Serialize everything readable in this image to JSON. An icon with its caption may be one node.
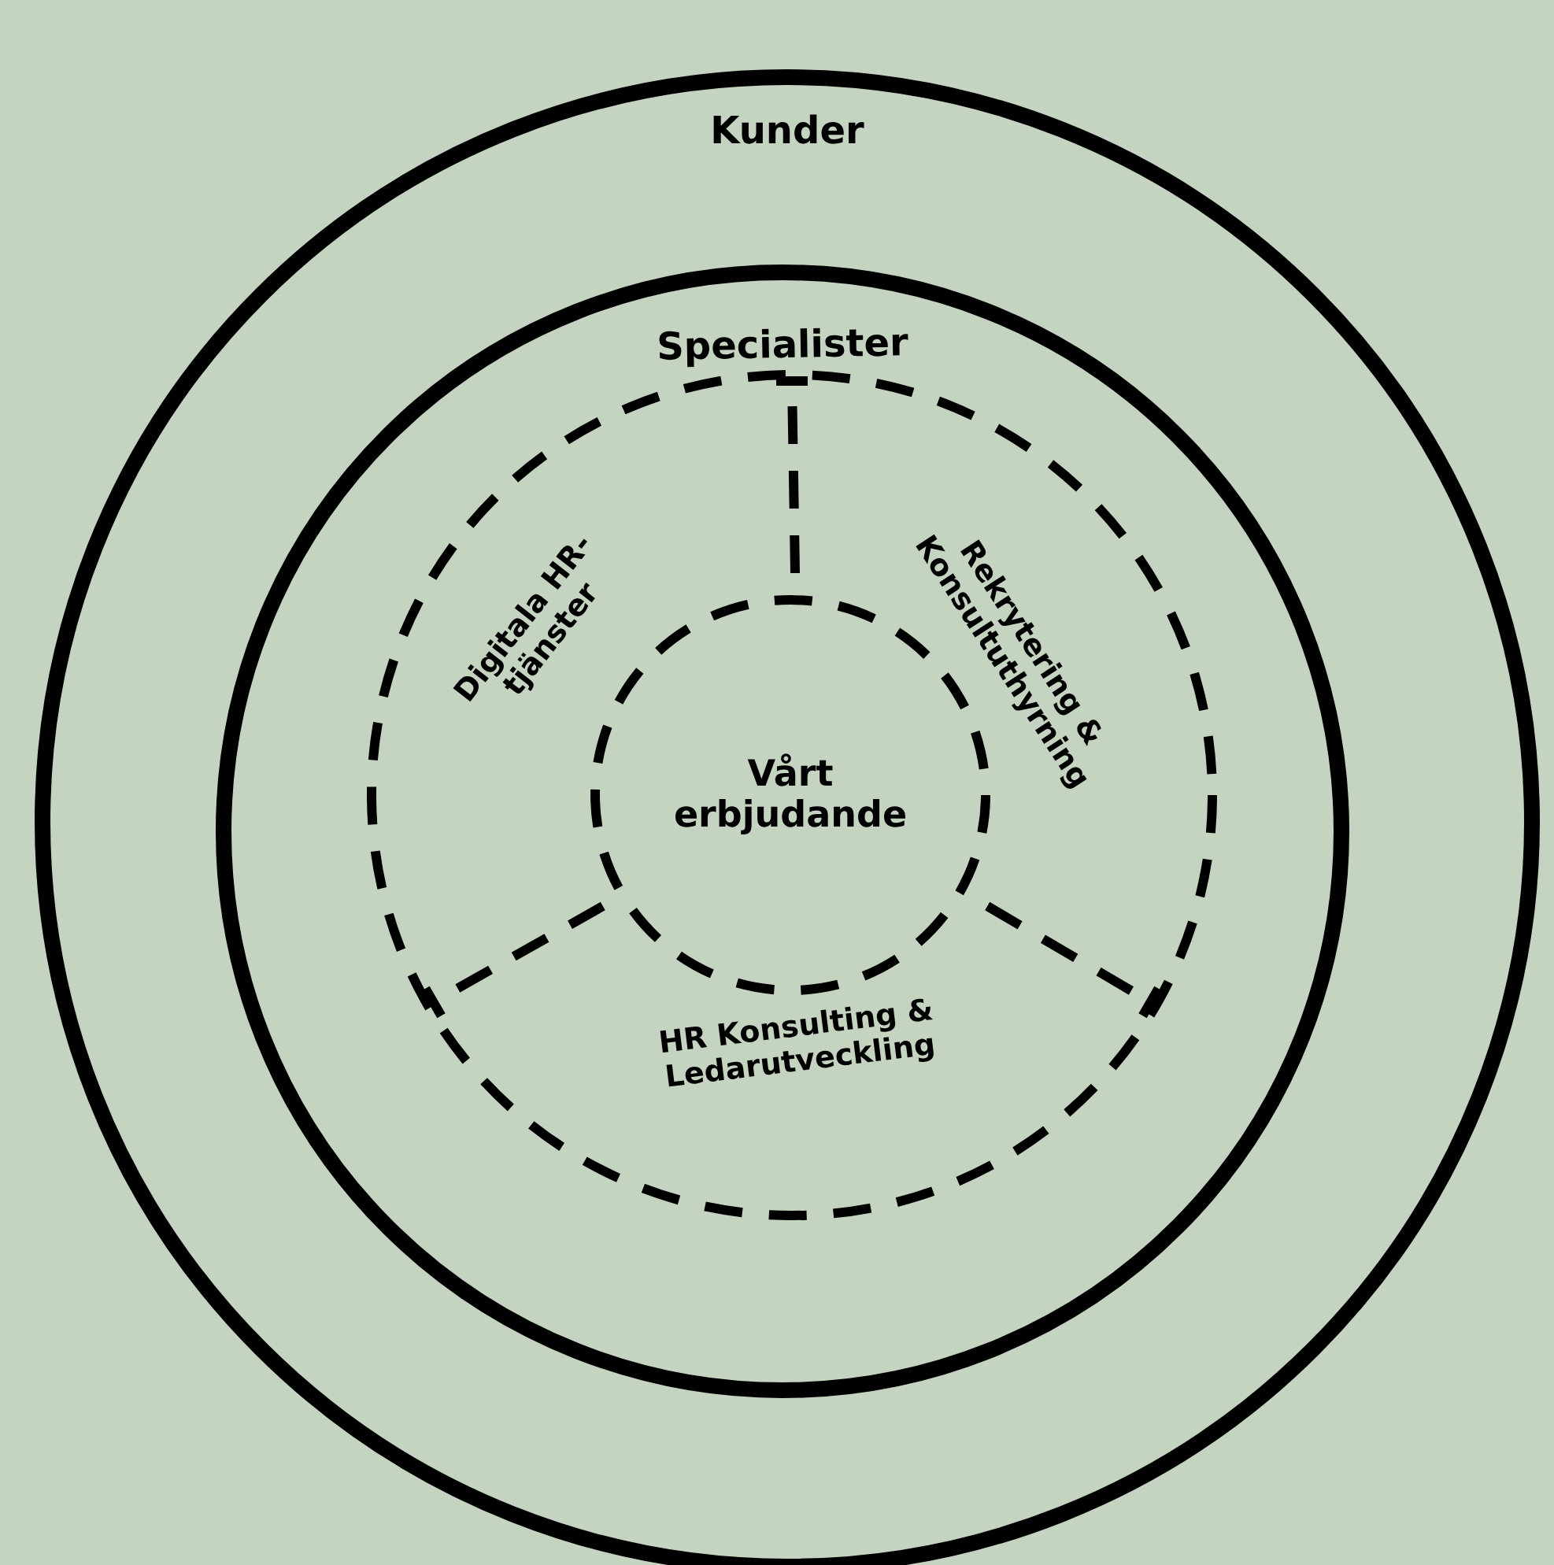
{
  "diagram": {
    "nodes": [
      {
        "text": [
          "Kunder"
        ]
      },
      {
        "text": [
          "Specialister"
        ],
        "in": 0
      },
      {
        "text": [
          "Digitala HR-tjänster"
        ],
        "in": 1
      },
      {
        "text": [
          "Rekrytering & Konsultuthyrning"
        ],
        "in": 1
      },
      {
        "text": [
          "HR Konsulting & Ledarutveckling"
        ],
        "in": 1
      },
      {
        "text": [
          "Vårt erbjudande"
        ],
        "in": 1
      }
    ],
    "edges": []
  }
}
